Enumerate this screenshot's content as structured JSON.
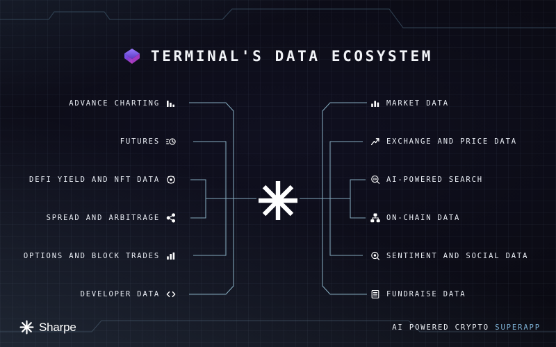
{
  "header": {
    "title": "TERMINAL'S DATA ECOSYSTEM",
    "brand_icon": "diamond-cube-icon"
  },
  "hub": {
    "icon": "asterisk-star-icon"
  },
  "left_branches": [
    {
      "label": "ADVANCE CHARTING",
      "icon": "bar-chart-icon"
    },
    {
      "label": "FUTURES",
      "icon": "clock-list-icon"
    },
    {
      "label": "DEFI YIELD AND NFT DATA",
      "icon": "atom-target-icon"
    },
    {
      "label": "SPREAD AND ARBITRAGE",
      "icon": "share-network-icon"
    },
    {
      "label": "OPTIONS AND BLOCK TRADES",
      "icon": "bar-chart-icon"
    },
    {
      "label": "DEVELOPER DATA",
      "icon": "code-brackets-icon"
    }
  ],
  "right_branches": [
    {
      "label": "MARKET DATA",
      "icon": "bar-chart-icon"
    },
    {
      "label": "EXCHANGE AND PRICE DATA",
      "icon": "trending-up-icon"
    },
    {
      "label": "AI-POWERED SEARCH",
      "icon": "ai-search-icon"
    },
    {
      "label": "ON-CHAIN DATA",
      "icon": "hierarchy-network-icon"
    },
    {
      "label": "SENTIMENT AND SOCIAL DATA",
      "icon": "sentiment-pin-icon"
    },
    {
      "label": "FUNDRAISE DATA",
      "icon": "document-list-icon"
    }
  ],
  "footer": {
    "logo_icon": "sharpe-asterisk-icon",
    "brand": "Sharpe",
    "tagline_primary": "AI POWERED CRYPTO",
    "tagline_accent": "SUPERAPP"
  },
  "colors": {
    "background": "#0b0b14",
    "connector": "#8fb8cc",
    "text": "#e9edf4",
    "accent": "#7fb4d8",
    "brand_gradient_from": "#5b4ce0",
    "brand_gradient_to": "#b03fd0"
  }
}
